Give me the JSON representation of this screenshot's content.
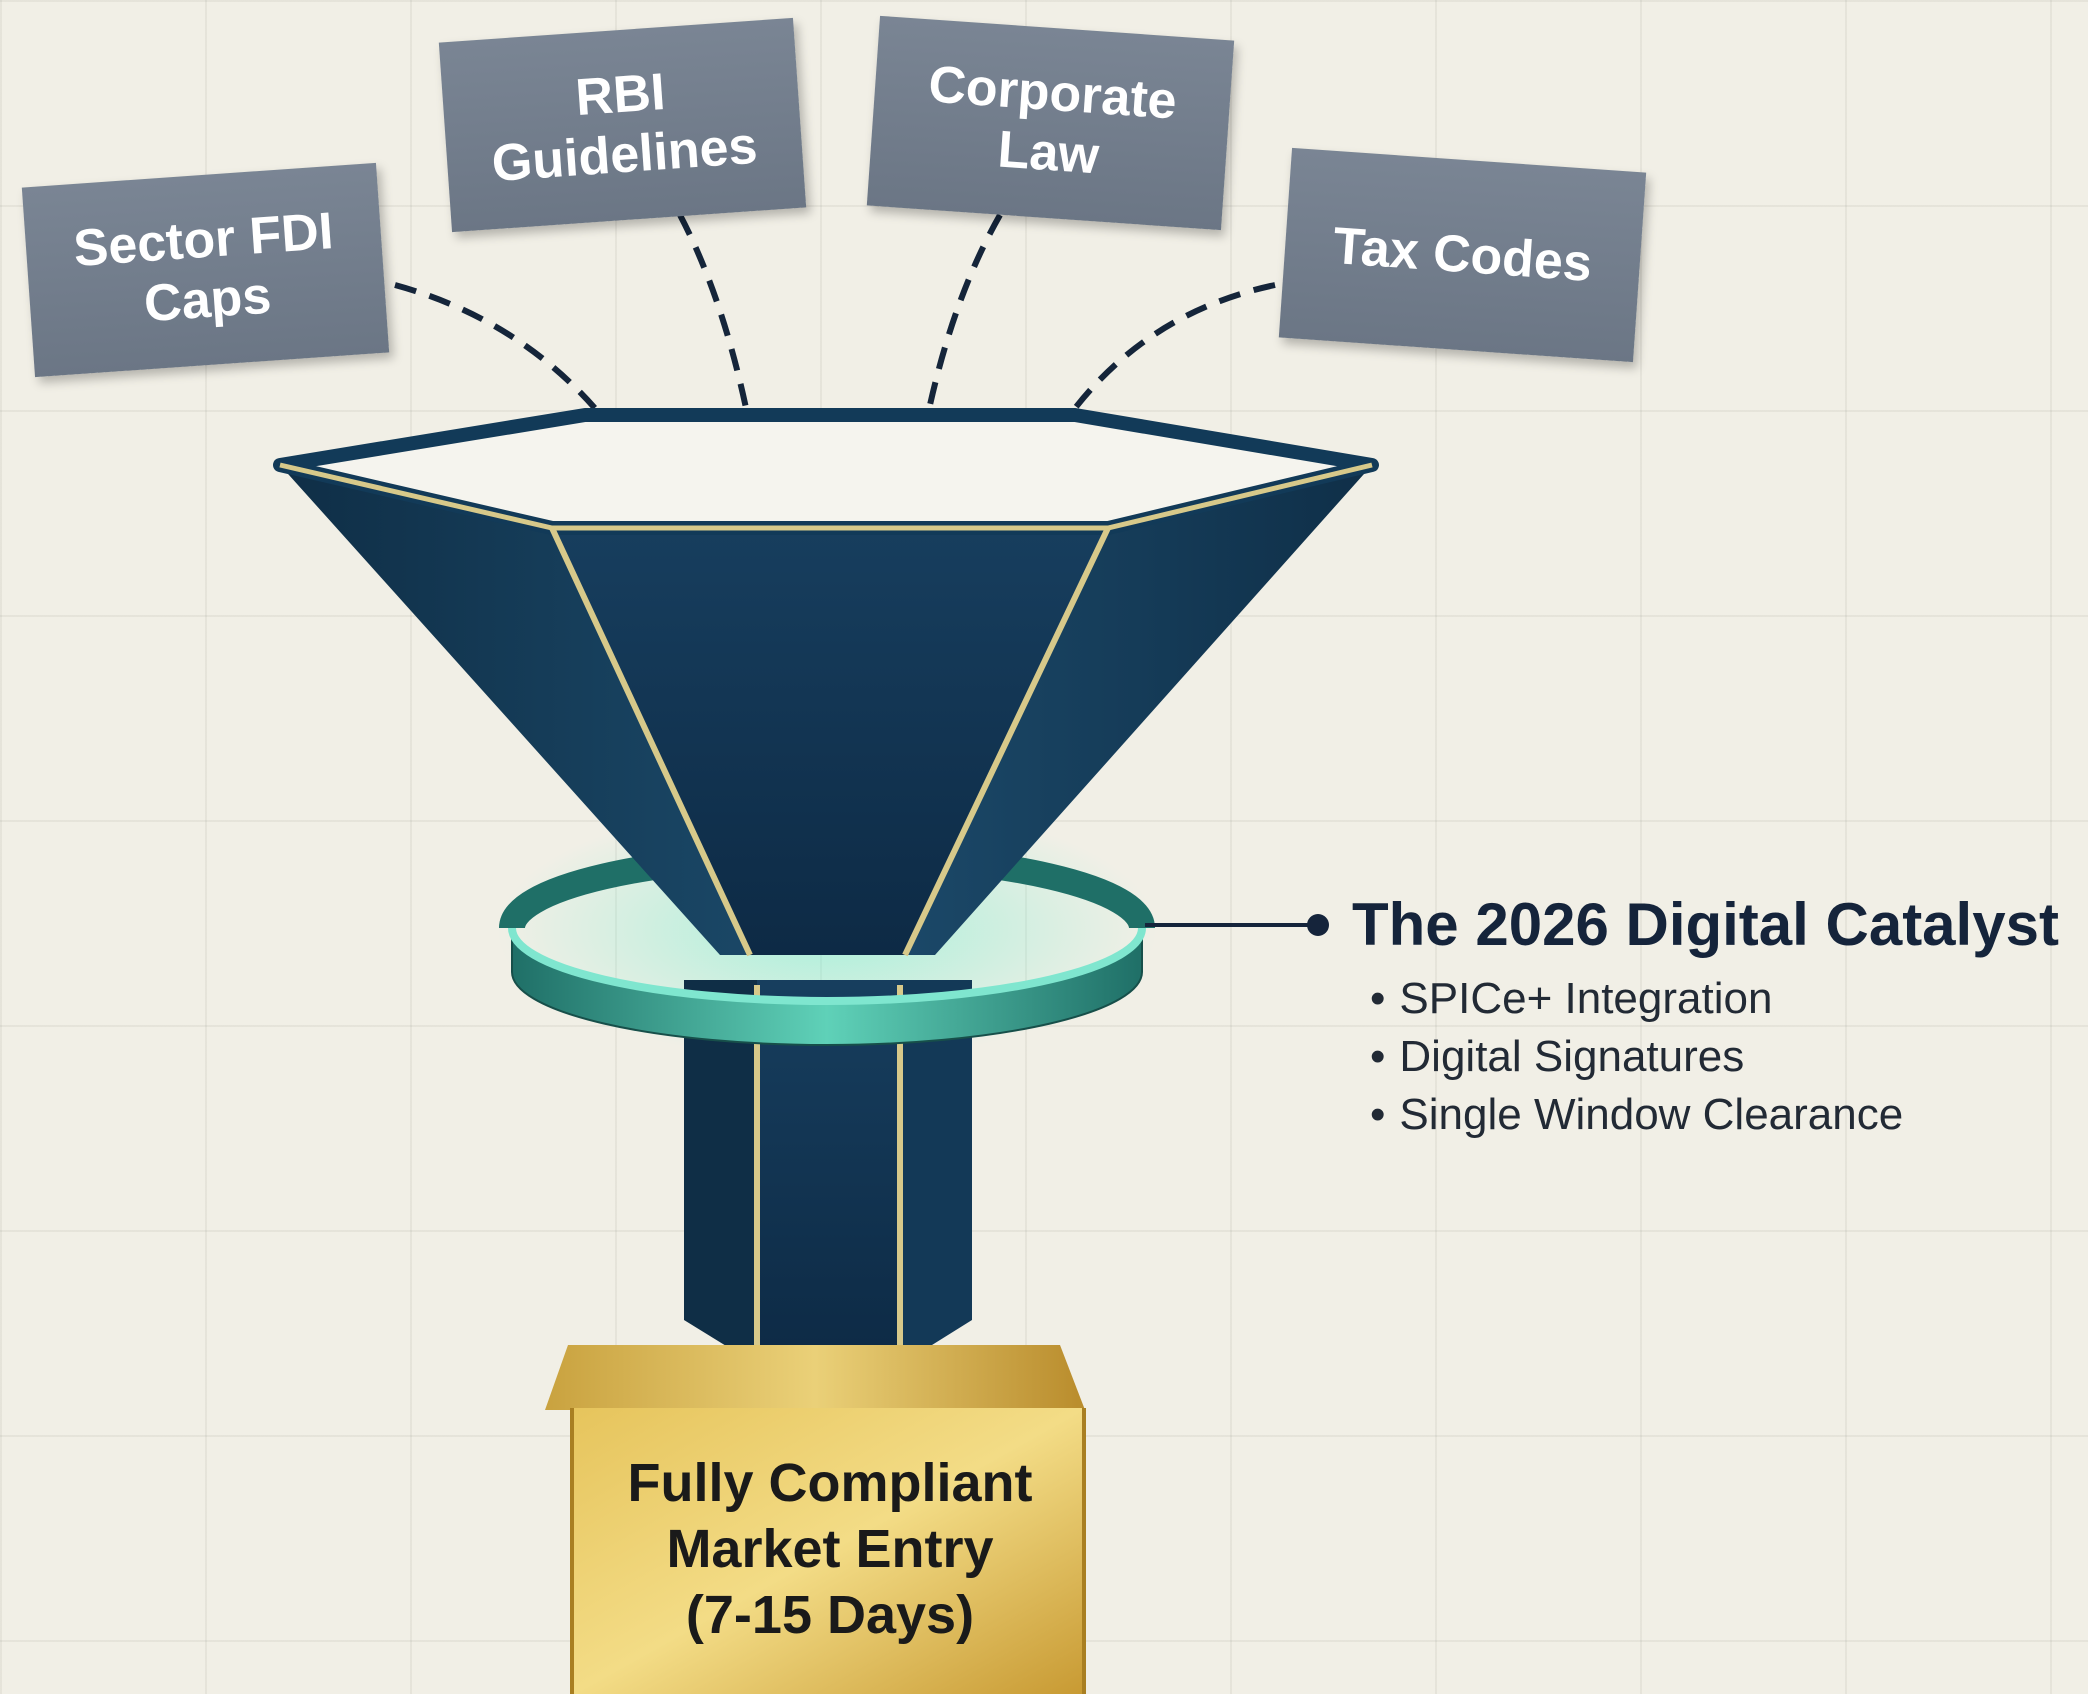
{
  "inputs": [
    {
      "id": "sector-fdi-caps",
      "label": "Sector FDI\nCaps"
    },
    {
      "id": "rbi-guidelines",
      "label": "RBI\nGuidelines"
    },
    {
      "id": "corporate-law",
      "label": "Corporate\nLaw"
    },
    {
      "id": "tax-codes",
      "label": "Tax Codes"
    }
  ],
  "catalyst": {
    "title": "The 2026 Digital Catalyst",
    "items": [
      "SPICe+ Integration",
      "Digital Signatures",
      "Single Window Clearance"
    ]
  },
  "outcome": {
    "label": "Fully Compliant\nMarket Entry\n(7-15 Days)"
  },
  "colors": {
    "background": "#f1efe6",
    "label_box": "#6f7a88",
    "funnel_navy": "#123a58",
    "funnel_trim": "#d7c98a",
    "ring_teal": "#2e9e8c",
    "pedestal_gold": "#d8b24a",
    "arrow": "#15253a"
  }
}
